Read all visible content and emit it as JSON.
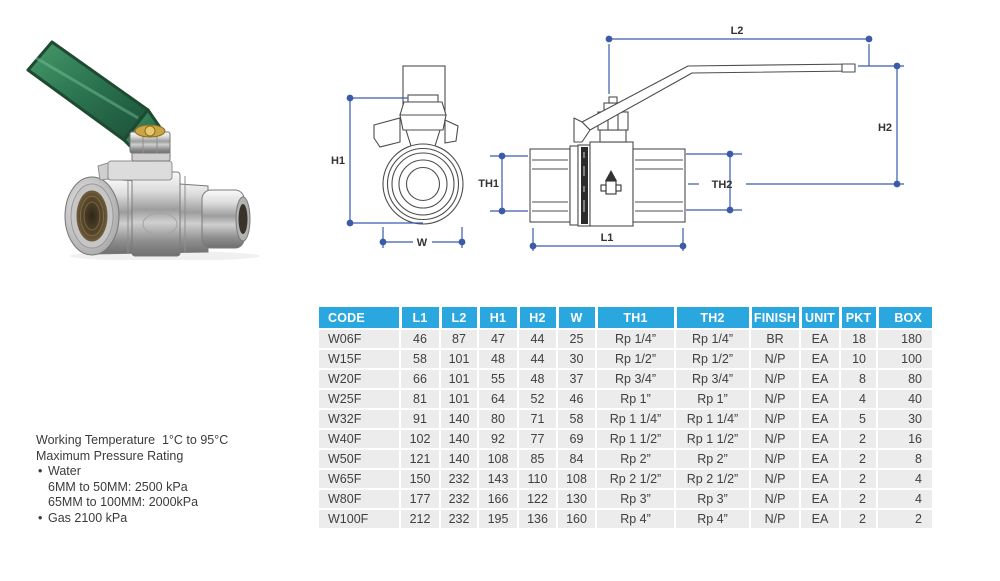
{
  "colors": {
    "table_header_bg": "#2ba7e0",
    "table_row_bg": "#ececec",
    "dimension_blue": "#3a5ba9",
    "drawing_line": "#4d4d4d",
    "handle_green": "#2f7a52"
  },
  "photo": {
    "description": "Brass ball valve with green lever handle, female threaded ends"
  },
  "diagram": {
    "labels": {
      "h1": "H1",
      "w": "W",
      "th1": "TH1",
      "l1": "L1",
      "l2": "L2",
      "h2": "H2",
      "th2": "TH2"
    }
  },
  "notes": {
    "working_temperature": "Working Temperature  1°C to 95°C",
    "pressure_heading": "Maximum Pressure Rating",
    "water_bullet": "•",
    "water_label": "Water",
    "water_line1": "6MM to 50MM: 2500 kPa",
    "water_line2": "65MM to 100MM: 2000kPa",
    "gas_bullet": "•",
    "gas_label": "Gas 2100 kPa"
  },
  "table": {
    "columns": [
      "CODE",
      "L1",
      "L2",
      "H1",
      "H2",
      "W",
      "TH1",
      "TH2",
      "FINISH",
      "UNIT",
      "PKT",
      "BOX"
    ],
    "rows": [
      [
        "W06F",
        "46",
        "87",
        "47",
        "44",
        "25",
        "Rp 1/4”",
        "Rp 1/4”",
        "BR",
        "EA",
        "18",
        "180"
      ],
      [
        "W15F",
        "58",
        "101",
        "48",
        "44",
        "30",
        "Rp 1/2”",
        "Rp 1/2”",
        "N/P",
        "EA",
        "10",
        "100"
      ],
      [
        "W20F",
        "66",
        "101",
        "55",
        "48",
        "37",
        "Rp 3/4”",
        "Rp 3/4”",
        "N/P",
        "EA",
        "8",
        "80"
      ],
      [
        "W25F",
        "81",
        "101",
        "64",
        "52",
        "46",
        "Rp 1”",
        "Rp 1”",
        "N/P",
        "EA",
        "4",
        "40"
      ],
      [
        "W32F",
        "91",
        "140",
        "80",
        "71",
        "58",
        "Rp 1 1/4”",
        "Rp 1 1/4”",
        "N/P",
        "EA",
        "5",
        "30"
      ],
      [
        "W40F",
        "102",
        "140",
        "92",
        "77",
        "69",
        "Rp 1 1/2”",
        "Rp 1 1/2”",
        "N/P",
        "EA",
        "2",
        "16"
      ],
      [
        "W50F",
        "121",
        "140",
        "108",
        "85",
        "84",
        "Rp 2”",
        "Rp 2”",
        "N/P",
        "EA",
        "2",
        "8"
      ],
      [
        "W65F",
        "150",
        "232",
        "143",
        "110",
        "108",
        "Rp 2 1/2”",
        "Rp 2 1/2”",
        "N/P",
        "EA",
        "2",
        "4"
      ],
      [
        "W80F",
        "177",
        "232",
        "166",
        "122",
        "130",
        "Rp 3”",
        "Rp 3”",
        "N/P",
        "EA",
        "2",
        "4"
      ],
      [
        "W100F",
        "212",
        "232",
        "195",
        "136",
        "160",
        "Rp 4”",
        "Rp 4”",
        "N/P",
        "EA",
        "2",
        "2"
      ]
    ]
  }
}
